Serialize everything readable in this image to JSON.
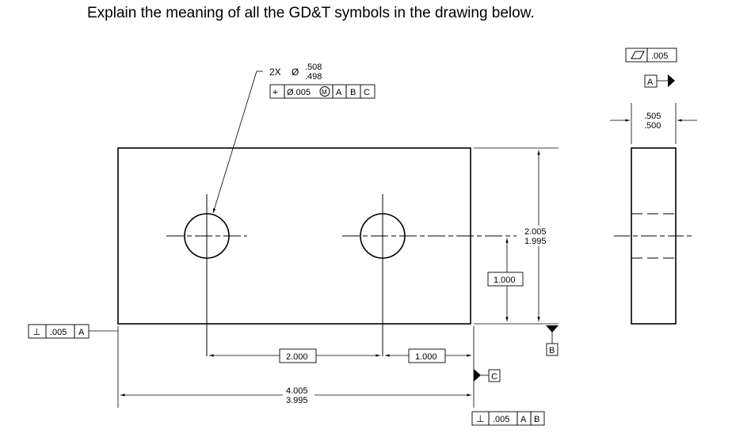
{
  "question": "Explain the meaning of all the GD&T symbols in the drawing below.",
  "hole_callout": {
    "count": "2X",
    "diameter_symbol": "Ø",
    "upper": ".508",
    "lower": ".498",
    "fcf": {
      "symbol": "⌖",
      "tolerance": "Ø.005",
      "modifier": "M",
      "datums": [
        "A",
        "B",
        "C"
      ]
    }
  },
  "flatness_fcf": {
    "symbol": "▱",
    "tolerance": ".005"
  },
  "datum_a": "A",
  "datum_b": "B",
  "datum_c": "C",
  "thickness": {
    "upper": ".505",
    "lower": ".500"
  },
  "height": {
    "upper": "2.005",
    "lower": "1.995"
  },
  "width": {
    "upper": "4.005",
    "lower": "3.995"
  },
  "basic_dims": {
    "hole_spacing": "2.000",
    "edge_to_hole": "1.000",
    "hole_height": "1.000"
  },
  "perp_left_fcf": {
    "symbol": "⊥",
    "tolerance": ".005",
    "datums": [
      "A"
    ]
  },
  "perp_bottom_fcf": {
    "symbol": "⊥",
    "tolerance": ".005",
    "datums": [
      "A",
      "B"
    ]
  }
}
